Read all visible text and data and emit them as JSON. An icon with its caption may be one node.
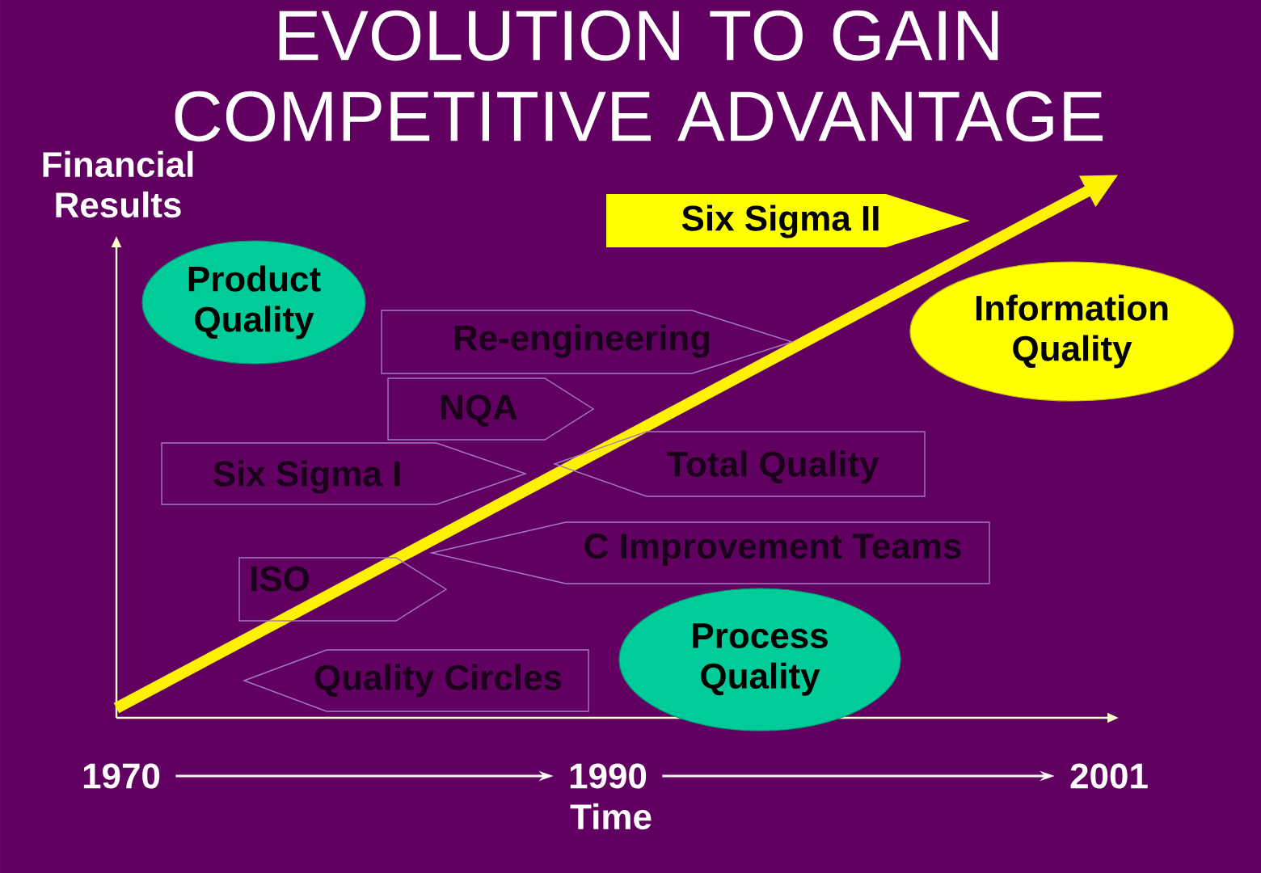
{
  "diagram": {
    "title": "EVOLUTION TO GAIN COMPETITIVE ADVANTAGE",
    "nodes": [
      {
        "text": [
          "Six Sigma II"
        ]
      },
      {
        "text": [
          "Product Quality"
        ]
      },
      {
        "text": [
          "Information Quality"
        ]
      },
      {
        "text": [
          "Re-engineering"
        ]
      },
      {
        "text": [
          "NQA"
        ]
      },
      {
        "text": [
          "Six Sigma I"
        ]
      },
      {
        "text": [
          "Total Quality"
        ]
      },
      {
        "text": [
          "C Improvement Teams"
        ]
      },
      {
        "text": [
          "ISO"
        ]
      },
      {
        "text": [
          "Process Quality"
        ]
      },
      {
        "text": [
          "Quality Circles"
        ]
      },
      {
        "text": [
          "1970"
        ]
      },
      {
        "text": [
          "1990"
        ]
      },
      {
        "text": [
          "2001"
        ]
      }
    ],
    "edges": [
      {
        "from": 11,
        "to": 12,
        "arrow": "to"
      },
      {
        "from": 12,
        "to": 13,
        "arrow": "to"
      }
    ],
    "labels": [
      "Financial Results",
      "Time"
    ]
  }
}
